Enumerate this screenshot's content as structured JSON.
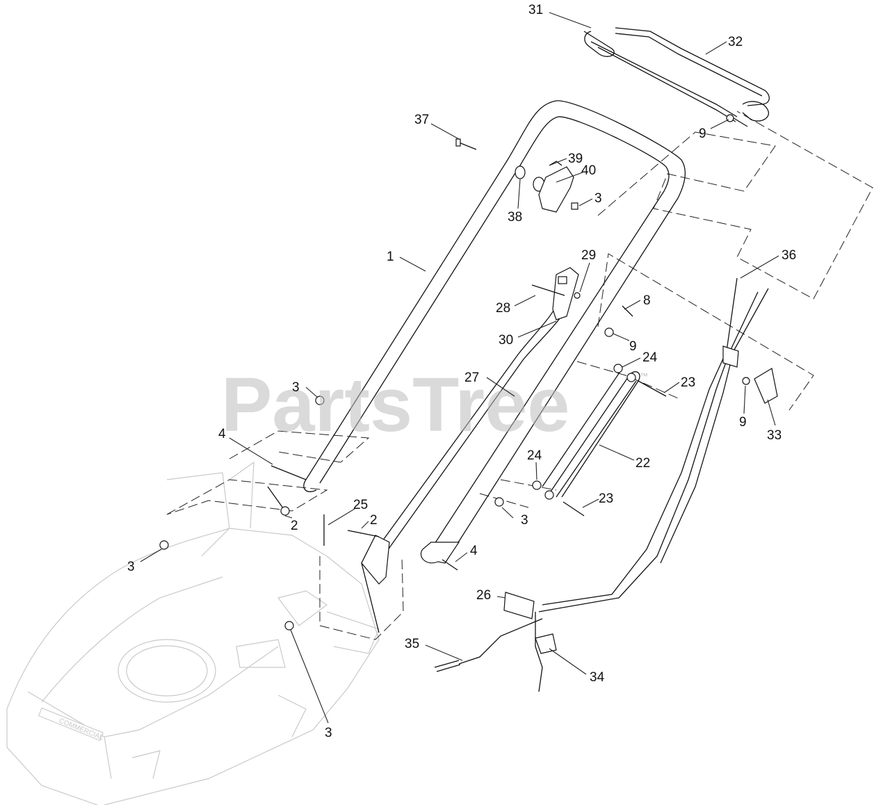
{
  "watermark": {
    "text": "PartsTree",
    "trademark": "™"
  },
  "deck_brand": "COMMERCIAL",
  "callouts": [
    {
      "id": "c31",
      "label": "31"
    },
    {
      "id": "c32",
      "label": "32"
    },
    {
      "id": "c9a",
      "label": "9"
    },
    {
      "id": "c37",
      "label": "37"
    },
    {
      "id": "c39",
      "label": "39"
    },
    {
      "id": "c40",
      "label": "40"
    },
    {
      "id": "c3a",
      "label": "3"
    },
    {
      "id": "c38",
      "label": "38"
    },
    {
      "id": "c36",
      "label": "36"
    },
    {
      "id": "c1",
      "label": "1"
    },
    {
      "id": "c29",
      "label": "29"
    },
    {
      "id": "c8",
      "label": "8"
    },
    {
      "id": "c28",
      "label": "28"
    },
    {
      "id": "c9b",
      "label": "9"
    },
    {
      "id": "c30",
      "label": "30"
    },
    {
      "id": "c24a",
      "label": "24"
    },
    {
      "id": "c23a",
      "label": "23"
    },
    {
      "id": "c27",
      "label": "27"
    },
    {
      "id": "c3b",
      "label": "3"
    },
    {
      "id": "c9c",
      "label": "9"
    },
    {
      "id": "c33",
      "label": "33"
    },
    {
      "id": "c4a",
      "label": "4"
    },
    {
      "id": "c22",
      "label": "22"
    },
    {
      "id": "c24b",
      "label": "24"
    },
    {
      "id": "c2a",
      "label": "2"
    },
    {
      "id": "c25",
      "label": "25"
    },
    {
      "id": "c23b",
      "label": "23"
    },
    {
      "id": "c2b",
      "label": "2"
    },
    {
      "id": "c3c",
      "label": "3"
    },
    {
      "id": "c3d",
      "label": "3"
    },
    {
      "id": "c4b",
      "label": "4"
    },
    {
      "id": "c26",
      "label": "26"
    },
    {
      "id": "c35",
      "label": "35"
    },
    {
      "id": "c34",
      "label": "34"
    },
    {
      "id": "c3e",
      "label": "3"
    }
  ]
}
